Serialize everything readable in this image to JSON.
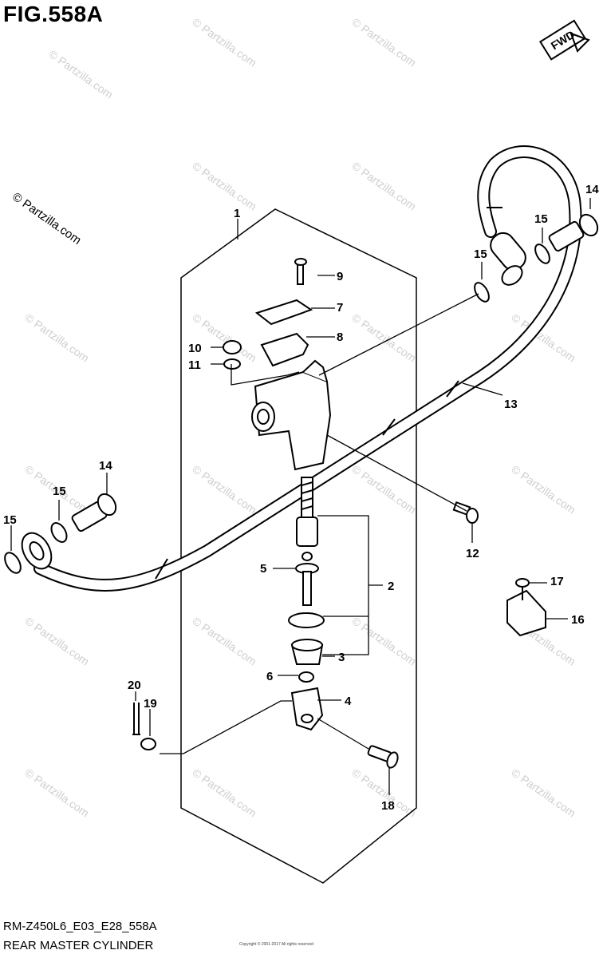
{
  "figure": {
    "title": "FIG.558A",
    "copyright": "© Partzilla.com",
    "fwd_label": "FWD",
    "code": "RM-Z450L6_E03_E28_558A",
    "name": "REAR MASTER CYLINDER",
    "fine_print": "Copyright © 2001-2017 All rights reserved"
  },
  "watermark": "© Partzilla.com",
  "callouts": [
    "1",
    "2",
    "3",
    "4",
    "5",
    "6",
    "7",
    "8",
    "9",
    "10",
    "11",
    "12",
    "13",
    "14",
    "14",
    "15",
    "15",
    "15",
    "15",
    "16",
    "17",
    "18",
    "19",
    "20"
  ]
}
